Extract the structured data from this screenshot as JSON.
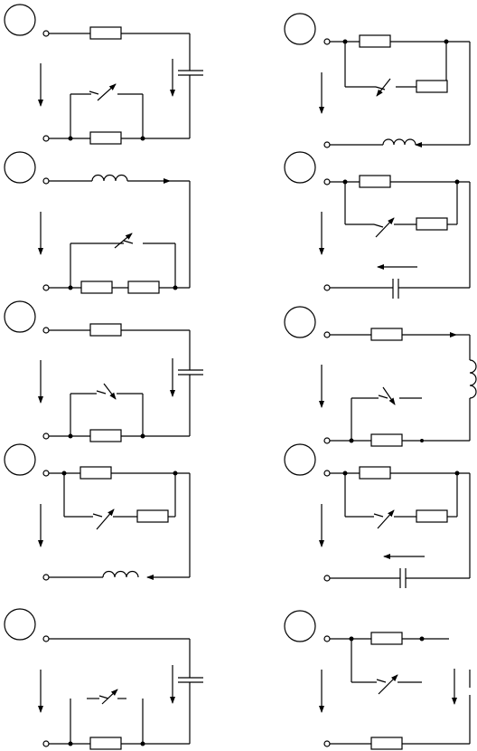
{
  "diagram": {
    "panels": [
      {
        "id": "left-1",
        "number": ""
      },
      {
        "id": "right-1",
        "number": ""
      },
      {
        "id": "left-2",
        "number": ""
      },
      {
        "id": "right-2",
        "number": ""
      },
      {
        "id": "left-3",
        "number": ""
      },
      {
        "id": "right-3",
        "number": ""
      },
      {
        "id": "left-4",
        "number": ""
      },
      {
        "id": "right-4",
        "number": ""
      },
      {
        "id": "left-5",
        "number": ""
      },
      {
        "id": "right-5",
        "number": ""
      }
    ]
  }
}
